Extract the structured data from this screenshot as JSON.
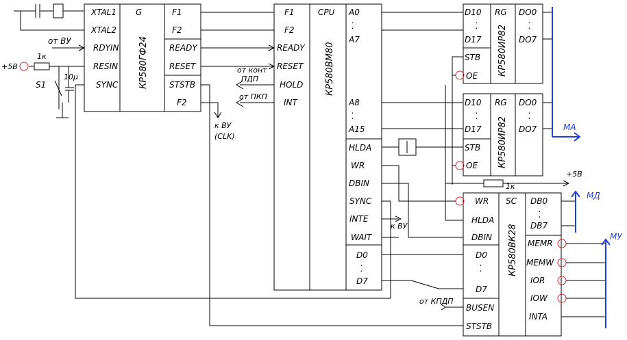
{
  "colors": {
    "line": "#000000",
    "bus": "#1f3fd6",
    "inversion": "#e0252b"
  },
  "chips": {
    "clock": {
      "name": "КР580ГФ24",
      "type": "G",
      "left_pins": [
        "XTAL1",
        "XTAL2",
        "RDYIN",
        "RESIN",
        "SYNC"
      ],
      "right_pins": [
        "F1",
        "F2",
        "READY",
        "RESET",
        "STSTB",
        "F2"
      ]
    },
    "cpu": {
      "name": "КР580ВМ80",
      "type": "CPU",
      "left_pins": [
        "F1",
        "F2",
        "READY",
        "RESET",
        "HOLD",
        "INT"
      ],
      "right_pins": [
        "A0",
        "A7",
        "A8",
        "A15",
        "HLDA",
        "WR",
        "DBIN",
        "SYNC",
        "INTE",
        "WAIT",
        "D0",
        "D7"
      ]
    },
    "reg1": {
      "name": "КР580ИР82",
      "type": "RG",
      "left_pins": [
        "D10",
        "D17",
        "STB",
        "OE"
      ],
      "right_pins": [
        "DO0",
        "DO7"
      ]
    },
    "reg2": {
      "name": "КР580ИР82",
      "type": "RG",
      "left_pins": [
        "D10",
        "D17",
        "STB",
        "OE"
      ],
      "right_pins": [
        "DO0",
        "DO7"
      ]
    },
    "sysctl": {
      "name": "КР580ВК28",
      "type": "SC",
      "left_pins": [
        "WR",
        "HLDA",
        "DBIN",
        "D0",
        "D7",
        "BUSEN",
        "STSTB"
      ],
      "right_pins": [
        "DB0",
        "DB7",
        "MEMR",
        "MEMW",
        "IOR",
        "IOW",
        "INTA"
      ]
    }
  },
  "labels": {
    "ot_vu": "от ВУ",
    "plus5v_left": "+5В",
    "r1": "1к",
    "s1": "S1",
    "c1": "10μ",
    "ot_kont": "от конт",
    "pdp": "ПДП",
    "ot_pkp": "от ПКП",
    "k_vu_clk_1": "к ВУ",
    "k_vu_clk_2": "(CLK)",
    "k_vu": "к ВУ",
    "ot_kpdp": "от КПДП",
    "plus5v_right": "+5В",
    "r2": "1к",
    "ma": "МА",
    "md": "МД",
    "mu": "МУ"
  }
}
